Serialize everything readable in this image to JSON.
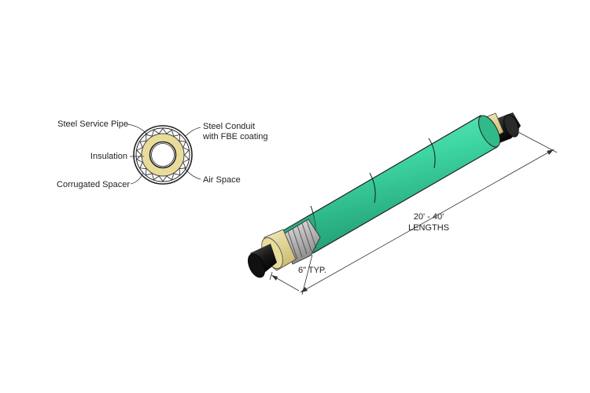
{
  "cross_section": {
    "labels": {
      "service_pipe": "Steel Service Pipe",
      "insulation": "Insulation",
      "spacer": "Corrugated Spacer",
      "conduit_line1": "Steel Conduit",
      "conduit_line2": "with FBE coating",
      "air_space": "Air Space"
    }
  },
  "pipe_drawing": {
    "length_line1": "20' - 40'",
    "length_line2": "LENGTHS",
    "end_dim": "6\" TYP."
  },
  "colors": {
    "jacket": "#3ed6a2",
    "jacket_dark": "#2aa37a",
    "insulation": "#e9dc9b",
    "steel": "#222222",
    "spacer": "#c8c8c8"
  },
  "icons": [
    "pipe-cross-section-icon",
    "preinsulated-pipe-icon"
  ]
}
